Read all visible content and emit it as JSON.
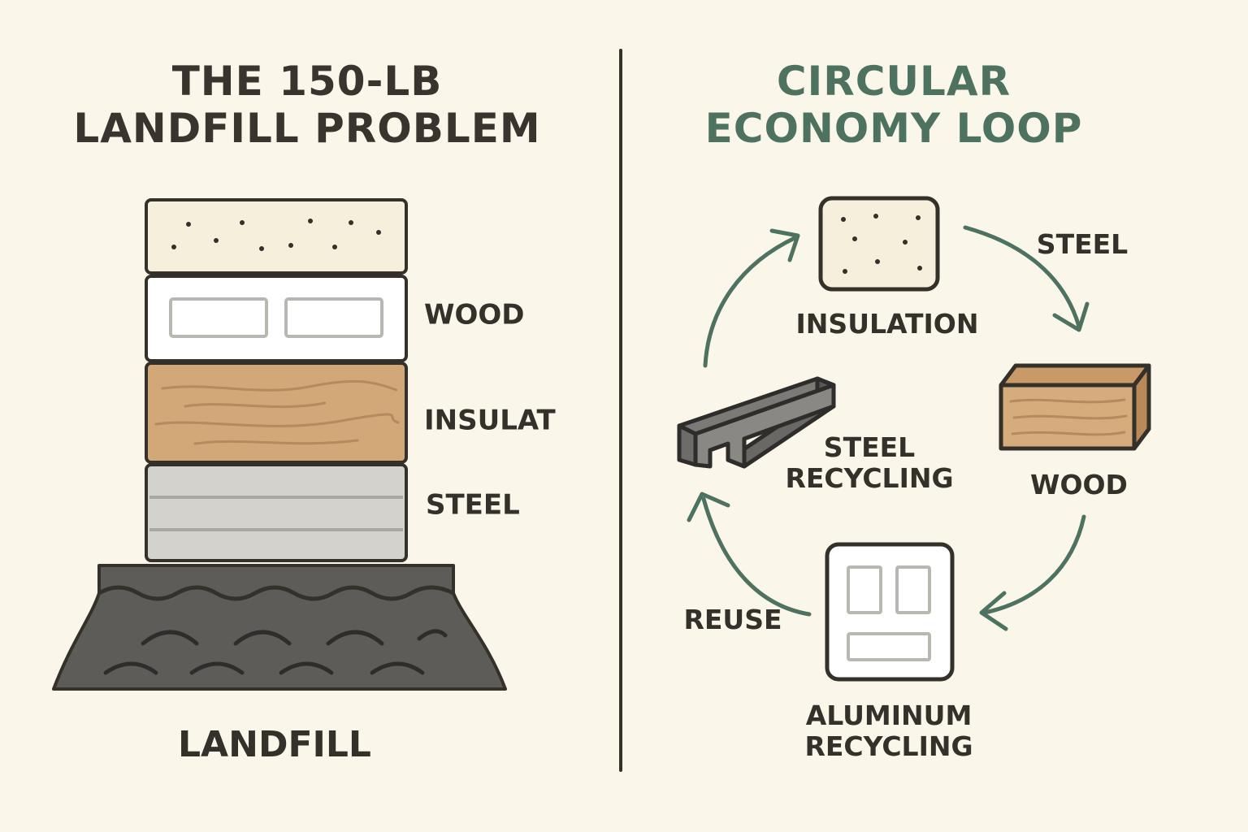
{
  "left_panel": {
    "title_line1": "THE 150-LB",
    "title_line2": "LANDFILL PROBLEM",
    "layer_labels": [
      "WOOD",
      "INSULAT",
      "STEEL"
    ],
    "base_label": "LANDFILL"
  },
  "right_panel": {
    "title_line1": "CIRCULAR",
    "title_line2": "ECONOMY LOOP",
    "arrow_label": "STEEL",
    "nodes": {
      "insulation": "INSULATION",
      "wood": "WOOD",
      "aluminum_line1": "ALUMINUM",
      "aluminum_line2": "RECYCLING",
      "steel_line1": "STEEL",
      "steel_line2": "RECYCLING",
      "reuse": "REUSE"
    }
  },
  "colors": {
    "background": "#fbf6ea",
    "ink": "#34302a",
    "loop_green": "#4d7360",
    "wood": "#d2a878",
    "steel": "#d4d2cc",
    "landfill": "#5e5c59"
  }
}
